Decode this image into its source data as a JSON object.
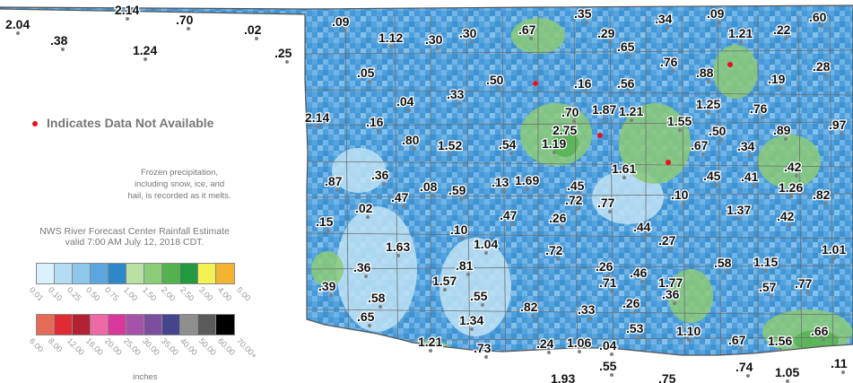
{
  "legend": {
    "na_text": "Indicates Data Not Available",
    "frozen_lines": [
      "Frozen precipitation,",
      "including snow, ice, and",
      "hail, is recorded as it melts."
    ],
    "source_lines": [
      "NWS River Forecast Center Rainfall Estimate",
      "valid 7:00 AM July 12, 2018 CDT."
    ],
    "units": "inches",
    "scale1": {
      "colors": [
        "#d9f1fb",
        "#b3dcf3",
        "#8ec6ec",
        "#5aa8df",
        "#2e88c8",
        "#b9dfa2",
        "#8ccb78",
        "#52b24e",
        "#239a40",
        "#f4f252",
        "#f2b431"
      ],
      "ticks": [
        "0.01",
        "0.10",
        "0.25",
        "0.50",
        "0.75",
        "1.00",
        "1.50",
        "2.00",
        "2.50",
        "3.00",
        "4.00",
        "5.00"
      ]
    },
    "scale2": {
      "colors": [
        "#e66b56",
        "#e02a34",
        "#b22233",
        "#ee6aa6",
        "#d8389a",
        "#a552a9",
        "#7d4e9e",
        "#47448e",
        "#8f8f8f",
        "#5a5a5a",
        "#000000"
      ],
      "ticks": [
        "6.00",
        "8.00",
        "12.00",
        "16.00",
        "20.00",
        "25.00",
        "30.00",
        "35.00",
        "40.00",
        "50.00",
        "60.00",
        "70.00+"
      ]
    }
  },
  "colors": {
    "na_marker": "#e8101e",
    "county_line": "#6f6f6f",
    "station_dot": "#808080"
  },
  "stations": [
    {
      "v": "2.04"
    },
    {
      "v": "2.14"
    },
    {
      "v": ".70"
    },
    {
      "v": ".38"
    },
    {
      "v": "1.24"
    },
    {
      "v": ".02"
    },
    {
      "v": ".25"
    },
    {
      "v": ".09"
    },
    {
      "v": "1.12"
    },
    {
      "v": ".30"
    },
    {
      "v": ".30"
    },
    {
      "v": ".67"
    },
    {
      "v": ".35"
    },
    {
      "v": ".29"
    },
    {
      "v": ".34"
    },
    {
      "v": ".09"
    },
    {
      "v": ".60"
    },
    {
      "v": "1.21"
    },
    {
      "v": ".22"
    },
    {
      "v": ".65"
    },
    {
      "v": ".28"
    },
    {
      "v": ".76"
    },
    {
      "v": ".88"
    },
    {
      "v": ".19"
    },
    {
      "v": ".05"
    },
    {
      "v": ".50"
    },
    {
      "v": ".16"
    },
    {
      "v": ".56"
    },
    {
      "v": ".33"
    },
    {
      "v": ".04"
    },
    {
      "v": "1.25"
    },
    {
      "v": ".76"
    },
    {
      "v": "2.14"
    },
    {
      "v": ".70"
    },
    {
      "v": "1.87"
    },
    {
      "v": "1.21"
    },
    {
      "v": "1.55"
    },
    {
      "v": ".16"
    },
    {
      "v": "2.75"
    },
    {
      "v": ".50"
    },
    {
      "v": ".89"
    },
    {
      "v": ".97"
    },
    {
      "v": ".80"
    },
    {
      "v": "1.52"
    },
    {
      "v": ".54"
    },
    {
      "v": "1.19"
    },
    {
      "v": ".67"
    },
    {
      "v": ".34"
    },
    {
      "v": ".42"
    },
    {
      "v": "1.61"
    },
    {
      "v": ".87"
    },
    {
      "v": ".36"
    },
    {
      "v": ".08"
    },
    {
      "v": ".59"
    },
    {
      "v": ".13"
    },
    {
      "v": "1.69"
    },
    {
      "v": ".45"
    },
    {
      "v": ".45"
    },
    {
      "v": ".41"
    },
    {
      "v": "1.26"
    },
    {
      "v": ".82"
    },
    {
      "v": ".47"
    },
    {
      "v": ".72"
    },
    {
      "v": ".77"
    },
    {
      "v": ".10"
    },
    {
      "v": ".02"
    },
    {
      "v": "1.37"
    },
    {
      "v": ".42"
    },
    {
      "v": ".47"
    },
    {
      "v": ".26"
    },
    {
      "v": ".15"
    },
    {
      "v": ".10"
    },
    {
      "v": ".44"
    },
    {
      "v": "1.63"
    },
    {
      "v": "1.04"
    },
    {
      "v": ".72"
    },
    {
      "v": ".27"
    },
    {
      "v": "1.01"
    },
    {
      "v": ".81"
    },
    {
      "v": ".58"
    },
    {
      "v": "1.15"
    },
    {
      "v": ".36"
    },
    {
      "v": "1.57"
    },
    {
      "v": ".55"
    },
    {
      "v": ".26"
    },
    {
      "v": ".46"
    },
    {
      "v": ".71"
    },
    {
      "v": "1.77"
    },
    {
      "v": ".57"
    },
    {
      "v": ".77"
    },
    {
      "v": ".39"
    },
    {
      "v": ".58"
    },
    {
      "v": ".82"
    },
    {
      "v": ".33"
    },
    {
      "v": ".26"
    },
    {
      "v": ".36"
    },
    {
      "v": ".65"
    },
    {
      "v": "1.34"
    },
    {
      "v": ".53"
    },
    {
      "v": "1.10"
    },
    {
      "v": ".67"
    },
    {
      "v": "1.56"
    },
    {
      "v": ".66"
    },
    {
      "v": "1.21"
    },
    {
      "v": ".73"
    },
    {
      "v": ".24"
    },
    {
      "v": "1.06"
    },
    {
      "v": ".04"
    },
    {
      "v": ".55"
    },
    {
      "v": ".74"
    },
    {
      "v": "1.05"
    },
    {
      "v": ".11"
    },
    {
      "v": "1.93"
    },
    {
      "v": ".75"
    }
  ]
}
